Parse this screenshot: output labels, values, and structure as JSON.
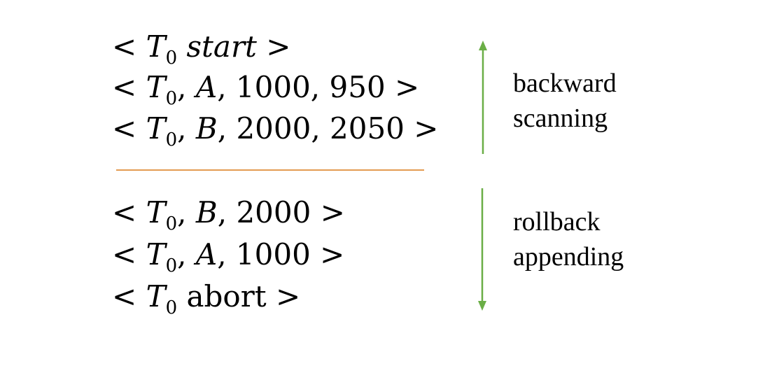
{
  "log_records": {
    "committed_side": [
      {
        "tx": "T",
        "tx_sub": "0",
        "rest": "start",
        "rest_italic": true
      },
      {
        "tx": "T",
        "tx_sub": "0",
        "item": "A",
        "old": "1000",
        "new": "950"
      },
      {
        "tx": "T",
        "tx_sub": "0",
        "item": "B",
        "old": "2000",
        "new": "2050"
      }
    ],
    "rollback_side": [
      {
        "tx": "T",
        "tx_sub": "0",
        "item": "B",
        "value": "2000"
      },
      {
        "tx": "T",
        "tx_sub": "0",
        "item": "A",
        "value": "1000"
      },
      {
        "tx": "T",
        "tx_sub": "0",
        "rest": "abort",
        "rest_italic": false
      }
    ]
  },
  "symbols": {
    "open": "<",
    "close": ">",
    "sep": ","
  },
  "labels": {
    "upper_line1": "backward",
    "upper_line2": "scanning",
    "lower_line1": "rollback",
    "lower_line2": "appending"
  },
  "colors": {
    "divider": "#E39B52",
    "arrow": "#6AAE46",
    "text": "#000000"
  }
}
